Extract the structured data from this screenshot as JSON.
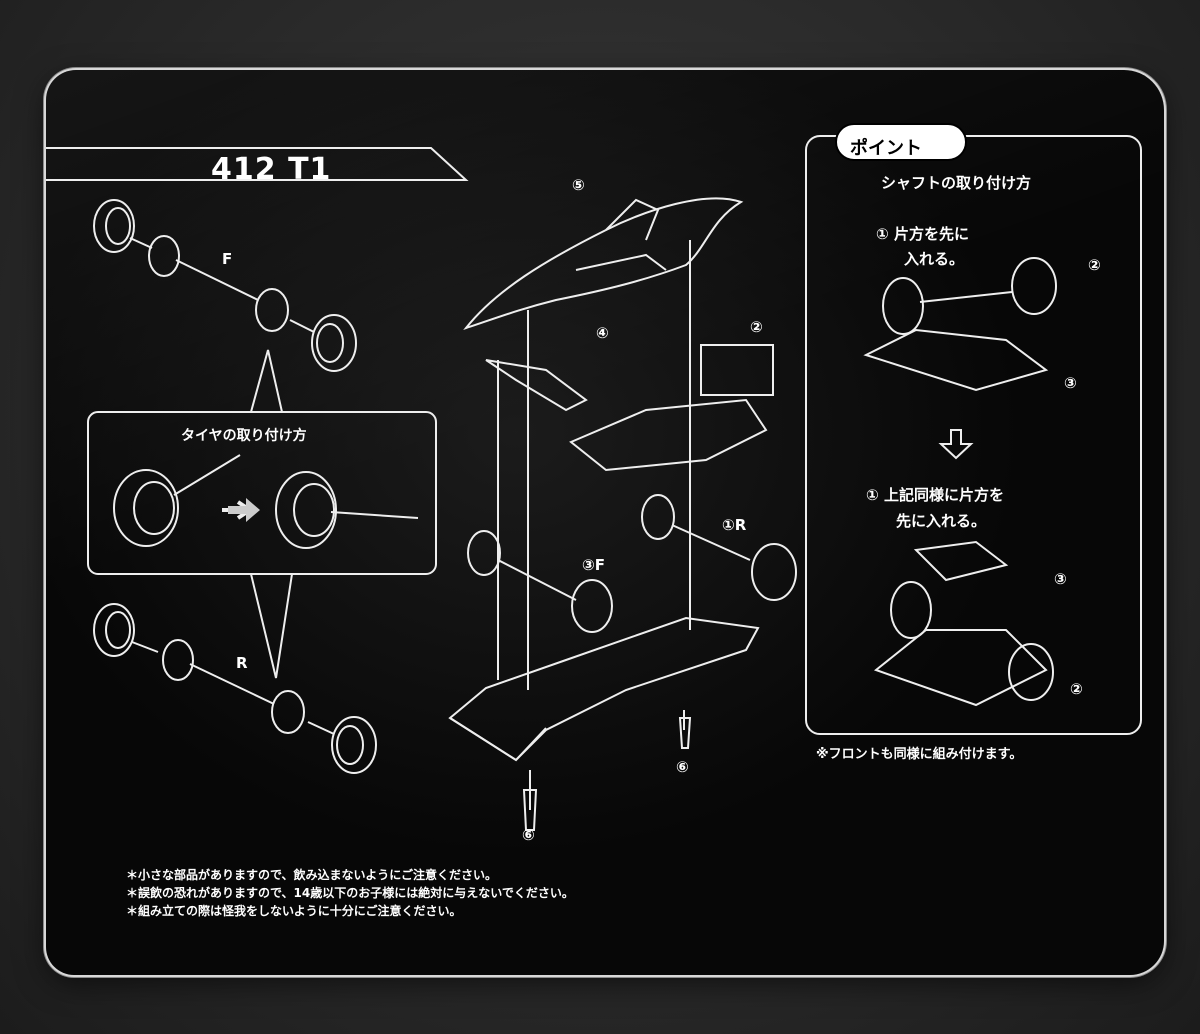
{
  "model_name": "412 T1",
  "point": {
    "badge": "ポイント",
    "subtitle": "シャフトの取り付け方",
    "step1_line1": "片方を先に",
    "step1_line2": "入れる。",
    "step2_line1": "上記同様に片方を",
    "step2_line2": "先に入れる。",
    "front_note": "※フロントも同様に組み付けます。"
  },
  "tire": {
    "title": "タイヤの取り付け方"
  },
  "labels": {
    "front": "F",
    "rear": "R",
    "p1r": "①R",
    "p2": "②",
    "p3f": "③F",
    "p4": "④",
    "p5": "⑤",
    "p6a": "⑥",
    "p6b": "⑥",
    "c1": "①",
    "c2": "②",
    "c3": "③",
    "c1b": "①",
    "c2b": "②",
    "c3b": "③"
  },
  "warnings": [
    "＊小さな部品がありますので、飲み込まないようにご注意ください。",
    "＊誤飲の恐れがありますので、14歳以下のお子様には絶対に与えないでください。",
    "＊組み立ての際は怪我をしないように十分にご注意ください。"
  ]
}
